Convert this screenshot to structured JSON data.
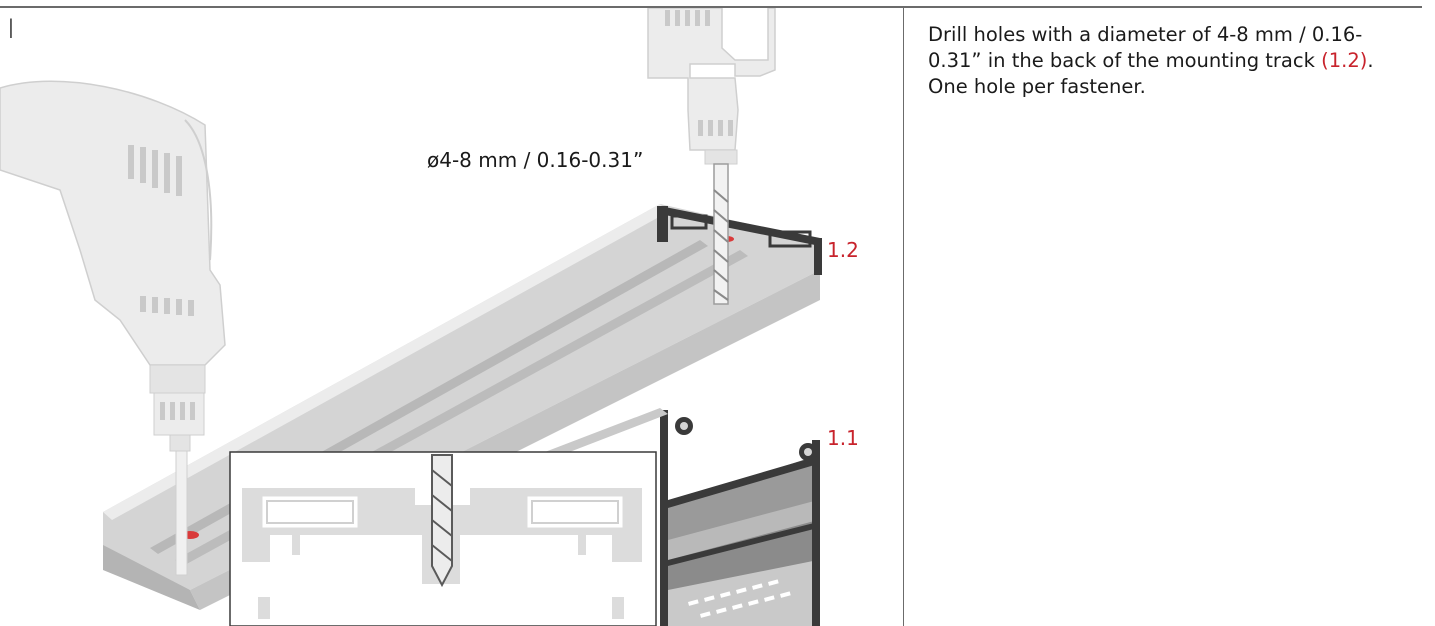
{
  "step": {
    "letter": "I"
  },
  "instruction": {
    "text_before": "Drill holes with a diameter of 4-8 mm / 0.16-0.31” in the back of the mounting track ",
    "reference": "(1.2)",
    "text_after": ". One hole per fastener."
  },
  "illustration": {
    "diameter_label": "ø4-8 mm / 0.16-0.31”",
    "part_labels": {
      "mounting_track": "1.2",
      "base_profile": "1.1"
    }
  },
  "colors": {
    "reference_red": "#c8232c",
    "rule_gray": "#6b6b6b",
    "profile_dark": "#3a3a3a",
    "track_light": "#d6d6d6",
    "drill_gray": "#e6e6e6"
  }
}
